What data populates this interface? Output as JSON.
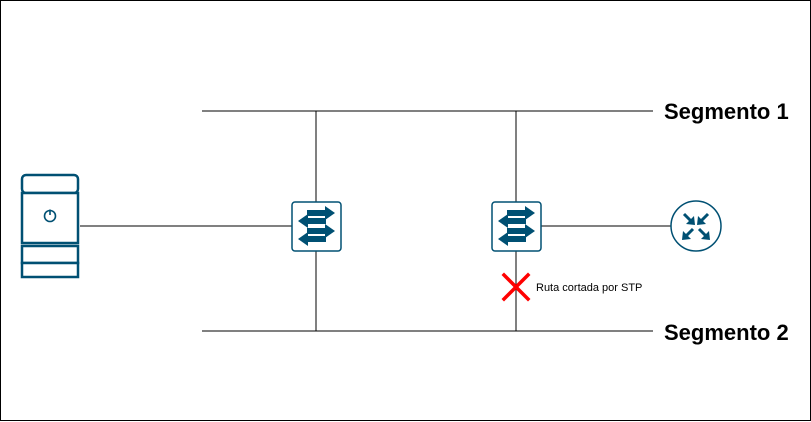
{
  "segments": {
    "segment_1_label": "Segmento 1",
    "segment_2_label": "Segmento 2"
  },
  "stp": {
    "blocked_label": "Ruta cortada por STP",
    "blocked_icon": "x-mark-icon"
  },
  "devices": {
    "server": "server-icon",
    "switch_left": "switch-icon",
    "switch_right": "switch-icon",
    "router": "router-icon"
  },
  "colors": {
    "device_fill": "#ffffff",
    "device_stroke": "#005073",
    "device_glyph": "#005073",
    "link": "#000000",
    "blocked_mark": "#ff0000"
  }
}
